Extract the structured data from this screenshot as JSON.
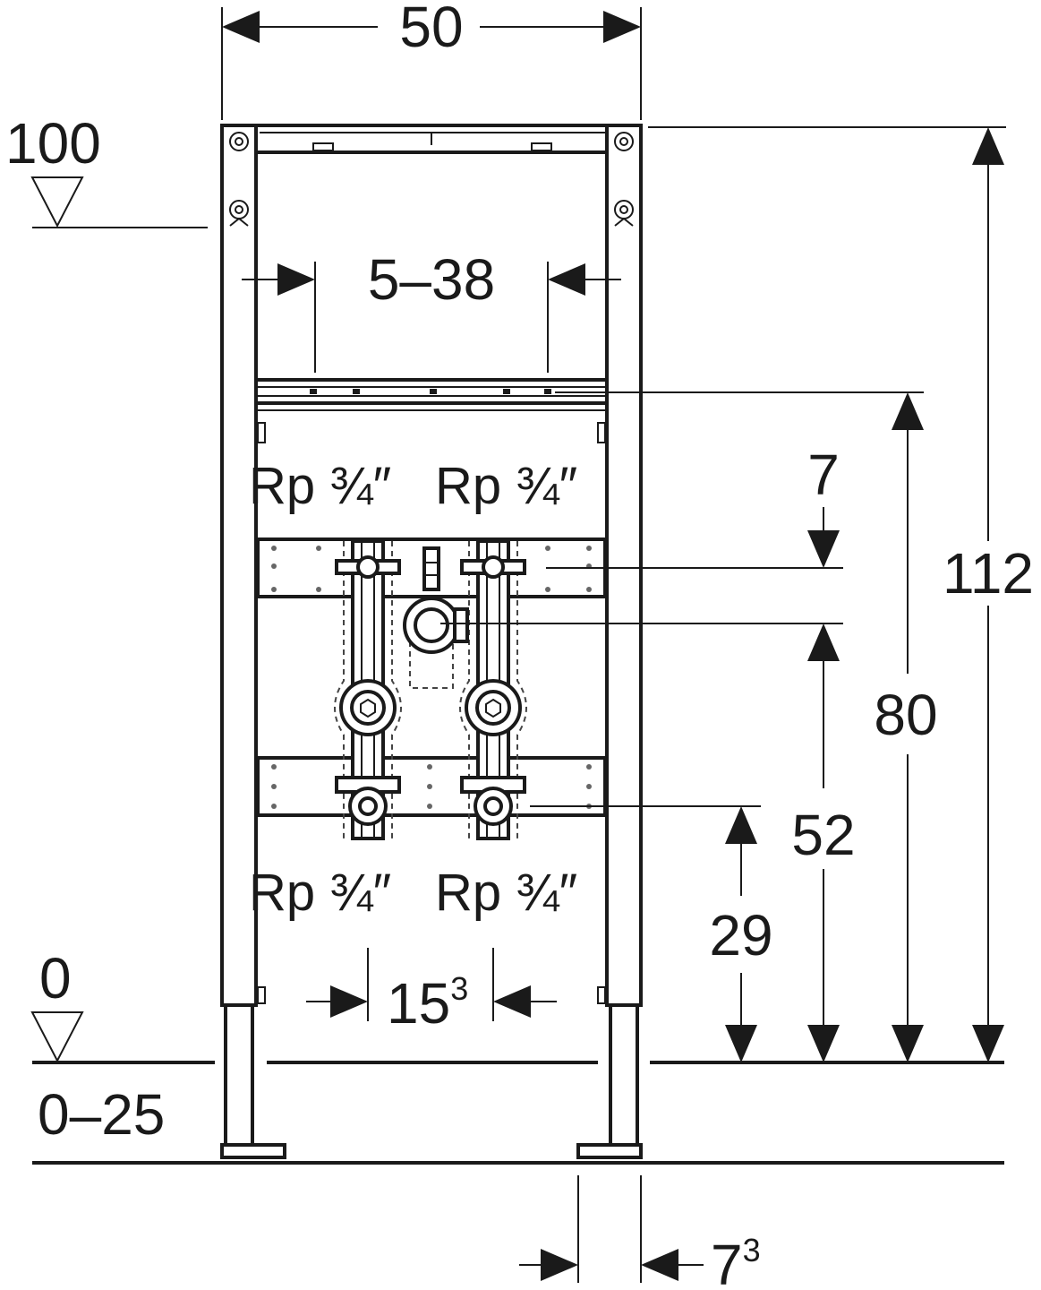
{
  "dimensions": {
    "width_total": "50",
    "bracket_range": "5–38",
    "inlet_spacing_main": "15",
    "inlet_spacing_sup": "3",
    "foot_offset_main": "7",
    "foot_offset_sup": "3",
    "height_total": "112",
    "height_crossbar": "80",
    "height_upper_inlet": "52",
    "height_lower_inlet": "29",
    "gap_upper": "7"
  },
  "levels": {
    "upper": "100",
    "zero": "0",
    "floor_range": "0–25"
  },
  "connections": {
    "top_left": "Rp ¾″",
    "top_right": "Rp ¾″",
    "bottom_left": "Rp ¾″",
    "bottom_right": "Rp ¾″"
  }
}
